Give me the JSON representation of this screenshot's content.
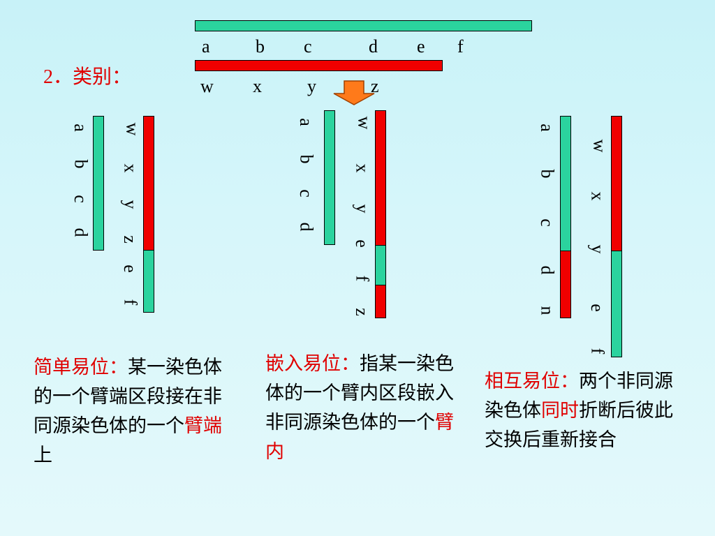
{
  "heading": "2．类别：",
  "top_green_labels": [
    "a",
    "b",
    "c",
    "d",
    "e",
    "f"
  ],
  "top_red_labels": [
    "w",
    "x",
    "y",
    "z"
  ],
  "panel1": {
    "green_labels": [
      "a",
      "b",
      "c",
      "d"
    ],
    "mixed_labels": [
      "w",
      "x",
      "y",
      "z",
      "e",
      "f"
    ]
  },
  "panel2": {
    "green_labels": [
      "a",
      "b",
      "c",
      "d"
    ],
    "mixed_labels": [
      "w",
      "x",
      "y",
      "e",
      "f",
      "z"
    ]
  },
  "panel3": {
    "left_labels": [
      "a",
      "b",
      "c",
      "d",
      "n"
    ],
    "right_labels": [
      "w",
      "x",
      "y",
      "e",
      "f"
    ]
  },
  "desc1": {
    "title": "简单易位：",
    "body": "某一染色体的一个臂端区段接在非同源染色体的一个",
    "hl": "臂端",
    "tail": "上"
  },
  "desc2": {
    "title": "嵌入易位：",
    "body": "指某一染色体的一个臂内区段嵌入非同源染色体的一个",
    "hl": "臂内",
    "tail": ""
  },
  "desc3": {
    "title": "相互易位：",
    "body1": "两个非同源染色体",
    "hl": "同时",
    "body2": "折断后彼此交换后重新接合"
  }
}
